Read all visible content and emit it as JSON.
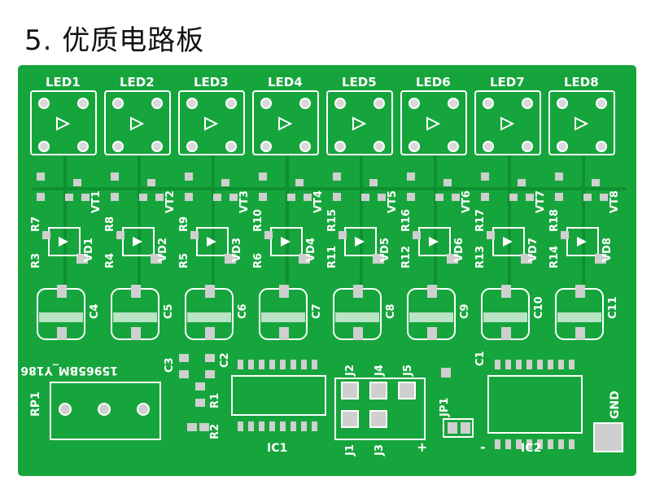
{
  "title": "5. 优质电路板",
  "board": {
    "leds": [
      "LED1",
      "LED2",
      "LED3",
      "LED4",
      "LED5",
      "LED6",
      "LED7",
      "LED8"
    ],
    "transistors": [
      "VT1",
      "VT2",
      "VT3",
      "VT4",
      "VT5",
      "VT6",
      "VT7",
      "VT8"
    ],
    "resistors_top": [
      "R7",
      "R8",
      "R9",
      "R10",
      "R15",
      "R16",
      "R17",
      "R18"
    ],
    "resistors_mid": [
      "R3",
      "R4",
      "R5",
      "R6",
      "R11",
      "R12",
      "R13",
      "R14"
    ],
    "diodes": [
      "VD1",
      "VD2",
      "VD3",
      "VD4",
      "VD5",
      "VD6",
      "VD7",
      "VD8"
    ],
    "capacitors": [
      "C4",
      "C5",
      "C6",
      "C7",
      "C8",
      "C9",
      "C10",
      "C11"
    ],
    "bottom_labels": {
      "code": "15965BM_Y186",
      "rp1": "RP1",
      "c3": "C3",
      "c2": "C2",
      "r1": "R1",
      "r2": "R2",
      "ic1": "IC1",
      "j1": "J1",
      "j2": "J2",
      "j3": "J3",
      "j4": "J4",
      "j5": "J5",
      "jp1": "JP1",
      "c1": "C1",
      "ic2": "IC2",
      "gnd": "GND",
      "plus": "+",
      "minus": "-"
    }
  }
}
